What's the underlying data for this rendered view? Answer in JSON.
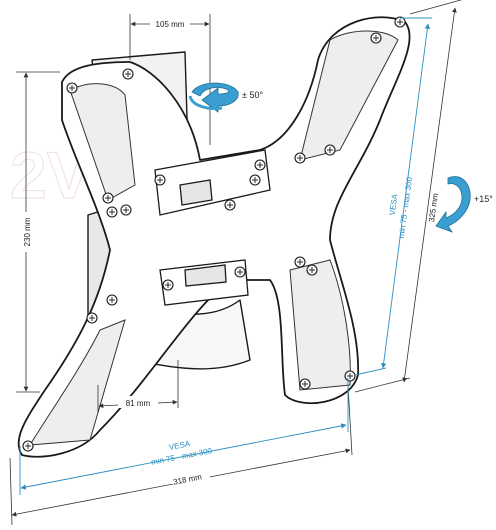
{
  "watermark": "2Vek.by",
  "dimensions": {
    "top_width": "105 mm",
    "left_height": "230 mm",
    "right_height": "325 mm",
    "bottom_inner": "81 mm",
    "bottom_width": "318 mm"
  },
  "vesa_vertical": {
    "line1": "VESA",
    "line2": "min 75 - max 300"
  },
  "vesa_horizontal": {
    "line1": "VESA",
    "line2": "min 75 - max 300"
  },
  "rotation": {
    "swivel": "± 50°",
    "tilt": "+15°"
  },
  "colors": {
    "outline": "#1a1a1a",
    "plate": "#ffffff",
    "arm": "#eeeeee",
    "vesa": "#2a8fc0",
    "arrow": "#3a9fd0",
    "dim": "#333333"
  },
  "icons": [
    "swivel-arrow-icon",
    "tilt-arrow-icon",
    "screw-icon"
  ]
}
